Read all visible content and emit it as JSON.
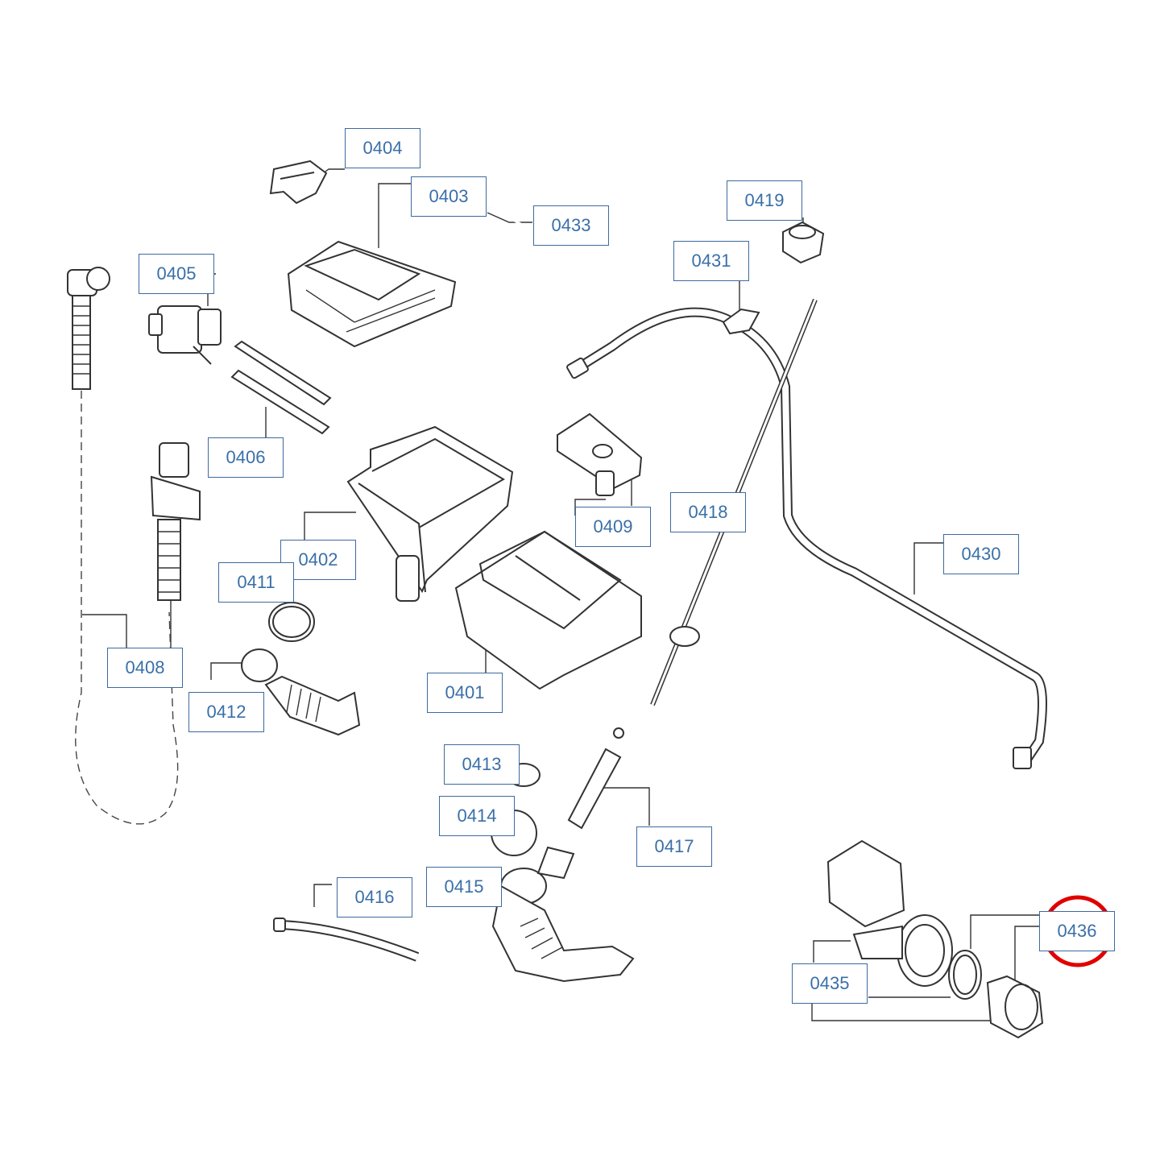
{
  "callouts": [
    {
      "id": "0401",
      "label": "0401"
    },
    {
      "id": "0402",
      "label": "0402"
    },
    {
      "id": "0403",
      "label": "0403"
    },
    {
      "id": "0404",
      "label": "0404"
    },
    {
      "id": "0405",
      "label": "0405"
    },
    {
      "id": "0406",
      "label": "0406"
    },
    {
      "id": "0408",
      "label": "0408"
    },
    {
      "id": "0409",
      "label": "0409"
    },
    {
      "id": "0411",
      "label": "0411"
    },
    {
      "id": "0412",
      "label": "0412"
    },
    {
      "id": "0413",
      "label": "0413"
    },
    {
      "id": "0414",
      "label": "0414"
    },
    {
      "id": "0415",
      "label": "0415"
    },
    {
      "id": "0416",
      "label": "0416"
    },
    {
      "id": "0417",
      "label": "0417"
    },
    {
      "id": "0418",
      "label": "0418"
    },
    {
      "id": "0419",
      "label": "0419"
    },
    {
      "id": "0430",
      "label": "0430"
    },
    {
      "id": "0431",
      "label": "0431"
    },
    {
      "id": "0433",
      "label": "0433"
    },
    {
      "id": "0435",
      "label": "0435"
    },
    {
      "id": "0436",
      "label": "0436"
    }
  ],
  "highlight": {
    "target": "0436",
    "color": "#e00000"
  },
  "colors": {
    "label_text": "#3a6fa8",
    "label_border": "#3d6a9e",
    "line_art": "#333333"
  }
}
